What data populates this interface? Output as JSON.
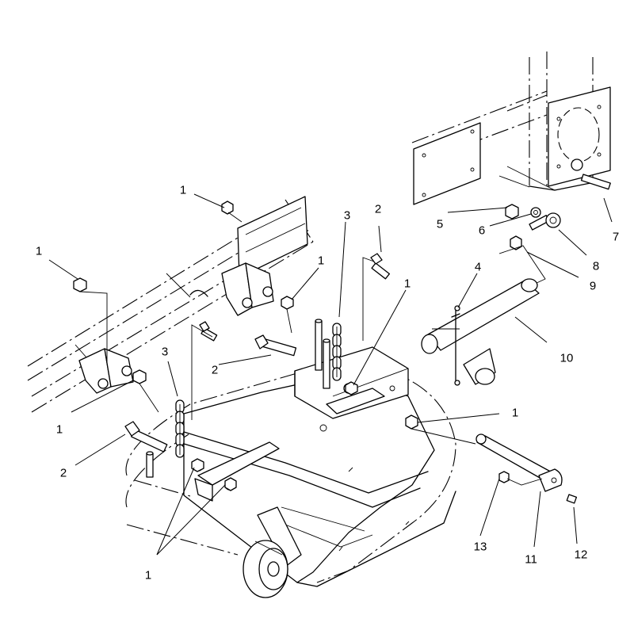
{
  "diagram": {
    "callouts": [
      {
        "id": "c1a",
        "text": "1"
      },
      {
        "id": "c1b",
        "text": "1"
      },
      {
        "id": "c1c",
        "text": "1"
      },
      {
        "id": "c1d",
        "text": "1"
      },
      {
        "id": "c1e",
        "text": "1"
      },
      {
        "id": "c1f",
        "text": "1"
      },
      {
        "id": "c1g",
        "text": "1"
      },
      {
        "id": "c2a",
        "text": "2"
      },
      {
        "id": "c2b",
        "text": "2"
      },
      {
        "id": "c2c",
        "text": "2"
      },
      {
        "id": "c3a",
        "text": "3"
      },
      {
        "id": "c3b",
        "text": "3"
      },
      {
        "id": "c4",
        "text": "4"
      },
      {
        "id": "c5",
        "text": "5"
      },
      {
        "id": "c6",
        "text": "6"
      },
      {
        "id": "c7",
        "text": "7"
      },
      {
        "id": "c8",
        "text": "8"
      },
      {
        "id": "c9",
        "text": "9"
      },
      {
        "id": "c10",
        "text": "10"
      },
      {
        "id": "c11",
        "text": "11"
      },
      {
        "id": "c12",
        "text": "12"
      },
      {
        "id": "c13",
        "text": "13"
      }
    ]
  }
}
